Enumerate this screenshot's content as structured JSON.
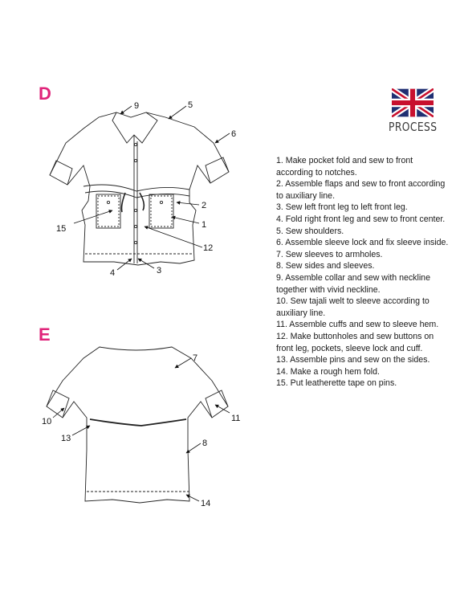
{
  "sections": {
    "front": {
      "letter": "D"
    },
    "back": {
      "letter": "E"
    }
  },
  "process": {
    "title": "PROCESS",
    "flag_icon": "uk-flag-icon",
    "steps": [
      "1. Make pocket fold and sew to front according to notches.",
      "2. Assemble flaps and sew to front according to auxiliary line.",
      "3. Sew left front leg to left front leg.",
      "4. Fold right front leg and sew to front center.",
      "5. Sew shoulders.",
      "6. Assemble sleeve lock and fix sleeve inside.",
      "7. Sew sleeves to armholes.",
      "8. Sew sides and sleeves.",
      "9. Assemble collar and sew with neckline together with vivid neckline.",
      "10. Sew tajali welt to sleeve according to auxiliary line.",
      "11. Assemble cuffs and sew to sleeve hem.",
      "12. Make buttonholes and sew buttons on front leg, pockets, sleeve lock and cuff.",
      "13. Assemble pins and sew on the sides.",
      "14. Make a rough hem fold.",
      "15. Put leatherette tape on pins."
    ]
  },
  "callouts_front": [
    "9",
    "5",
    "6",
    "2",
    "15",
    "1",
    "12",
    "4",
    "3"
  ],
  "callouts_back": [
    "7",
    "10",
    "11",
    "13",
    "8",
    "14"
  ],
  "colors": {
    "accent": "#e0247a",
    "flag_blue": "#1f2f72",
    "flag_red": "#c8102e"
  }
}
